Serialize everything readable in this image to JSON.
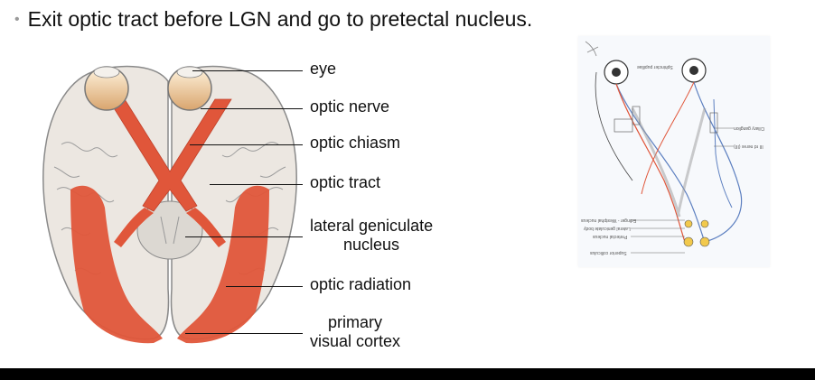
{
  "slide": {
    "bullet_text": "Exit optic tract before LGN and go to pretectal nucleus."
  },
  "brain_diagram": {
    "labels": {
      "eye": "eye",
      "optic_nerve": "optic nerve",
      "optic_chiasm": "optic chiasm",
      "optic_tract": "optic tract",
      "lgn_line1": "lateral geniculate",
      "lgn_line2": "nucleus",
      "optic_radiation": "optic radiation",
      "visual_cortex_line1": "primary",
      "visual_cortex_line2": "visual cortex"
    }
  },
  "pathway_diagram": {
    "labels": {
      "sphincter_pupillae": "Sphincter pupillae",
      "ciliary_ganglion": "Ciliary ganglion",
      "third_nerve": "III rd nerve (III)",
      "edinger_westphal": "Edinger - Westphal nucleus",
      "lateral_geniculate_body": "Lateral geniculate body",
      "pretectal_nucleus": "Pretectal nucleus",
      "superior_colliculus": "Superior colliculus"
    }
  },
  "colors": {
    "pathway_red": "#e0563a",
    "brain_tissue": "#ece7e1",
    "pathway_blue": "#5c7fc0"
  }
}
